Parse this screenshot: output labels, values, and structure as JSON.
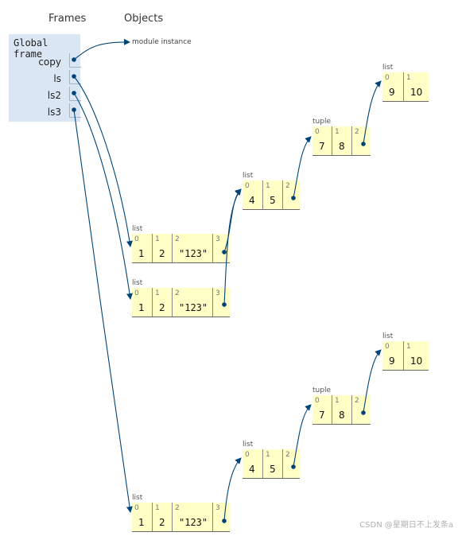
{
  "headers": {
    "frames": "Frames",
    "objects": "Objects"
  },
  "global_frame": {
    "title": "Global frame",
    "vars": [
      "copy",
      "ls",
      "ls2",
      "ls3"
    ]
  },
  "module_label": "module instance",
  "type_labels": {
    "list": "list",
    "tuple": "tuple"
  },
  "objects": {
    "top": {
      "inner9": {
        "idx": [
          "0",
          "1"
        ],
        "vals": [
          "9",
          "10"
        ]
      },
      "tuple": {
        "idx": [
          "0",
          "1",
          "2"
        ],
        "vals": [
          "7",
          "8",
          ""
        ]
      },
      "list45": {
        "idx": [
          "0",
          "1",
          "2"
        ],
        "vals": [
          "4",
          "5",
          ""
        ]
      },
      "ls": {
        "idx": [
          "0",
          "1",
          "2",
          "3"
        ],
        "vals": [
          "1",
          "2",
          "\"123\"",
          ""
        ]
      },
      "ls2": {
        "idx": [
          "0",
          "1",
          "2",
          "3"
        ],
        "vals": [
          "1",
          "2",
          "\"123\"",
          ""
        ]
      }
    },
    "bottom": {
      "inner9": {
        "idx": [
          "0",
          "1"
        ],
        "vals": [
          "9",
          "10"
        ]
      },
      "tuple": {
        "idx": [
          "0",
          "1",
          "2"
        ],
        "vals": [
          "7",
          "8",
          ""
        ]
      },
      "list45": {
        "idx": [
          "0",
          "1",
          "2"
        ],
        "vals": [
          "4",
          "5",
          ""
        ]
      },
      "ls3": {
        "idx": [
          "0",
          "1",
          "2",
          "3"
        ],
        "vals": [
          "1",
          "2",
          "\"123\"",
          ""
        ]
      }
    }
  },
  "colors": {
    "arrow": "#004477",
    "cell_bg": "#ffffc6",
    "frame_bg": "#dbe6f4"
  },
  "watermark": "CSDN @星期日不上发条a"
}
